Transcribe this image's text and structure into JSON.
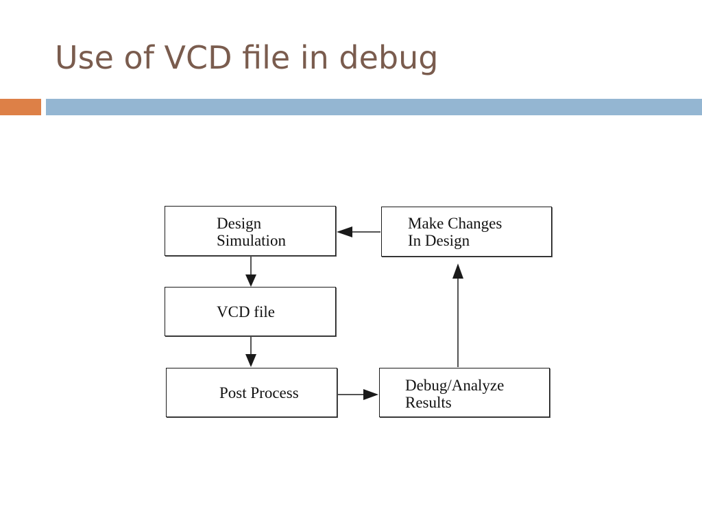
{
  "slide": {
    "title": "Use of VCD file in debug"
  },
  "diagram": {
    "nodes": {
      "design_simulation": {
        "line1": "Design",
        "line2": "Simulation"
      },
      "vcd_file": {
        "line1": "VCD file"
      },
      "post_process": {
        "line1": "Post Process"
      },
      "debug_analyze": {
        "line1": "Debug/Analyze",
        "line2": "Results"
      },
      "make_changes": {
        "line1": "Make Changes",
        "line2": "In Design"
      }
    },
    "edges": [
      {
        "from": "design_simulation",
        "to": "vcd_file"
      },
      {
        "from": "vcd_file",
        "to": "post_process"
      },
      {
        "from": "post_process",
        "to": "debug_analyze"
      },
      {
        "from": "debug_analyze",
        "to": "make_changes"
      },
      {
        "from": "make_changes",
        "to": "design_simulation"
      }
    ]
  },
  "colors": {
    "title": "#7a5c4e",
    "accent_orange": "#dd8047",
    "accent_blue": "#94b6d2",
    "line": "#1a1a1a"
  }
}
